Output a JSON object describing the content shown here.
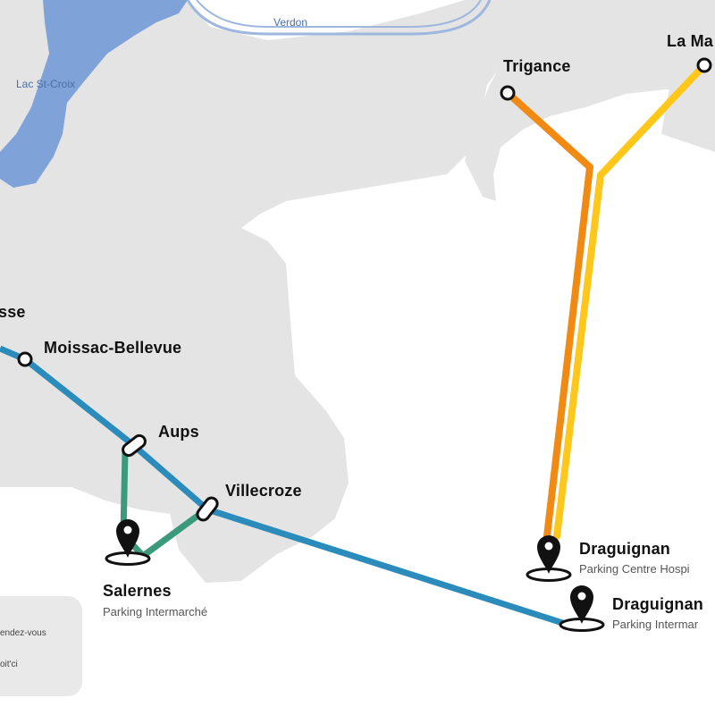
{
  "colors": {
    "land": "#e4e4e4",
    "water": "#7fa3d8",
    "river": "#9db7df",
    "line_blue": "#2b8bbb",
    "line_green": "#3a9a7b",
    "line_orange": "#f08a12",
    "line_yellow": "#ffc719",
    "marker": "#111111"
  },
  "water_labels": {
    "river": "Verdon",
    "lake": "Lac St-Croix"
  },
  "stops": {
    "trigance": "Trigance",
    "la_martre": "La Ma",
    "sse": "sse",
    "moissac": "Moissac-Bellevue",
    "aups": "Aups",
    "villecroze": "Villecroze",
    "salernes": {
      "name": "Salernes",
      "sub": "Parking Intermarché"
    },
    "draguignan_hospital": {
      "name": "Draguignan",
      "sub": "Parking Centre Hospi"
    },
    "draguignan_market": {
      "name": "Draguignan",
      "sub": "Parking Intermar"
    }
  },
  "legend": {
    "items": [
      "endez-vous",
      "oit'ci"
    ]
  },
  "icons": {
    "station": "station-circle-icon",
    "transfer": "transfer-station-icon",
    "parking": "map-pin-icon"
  }
}
